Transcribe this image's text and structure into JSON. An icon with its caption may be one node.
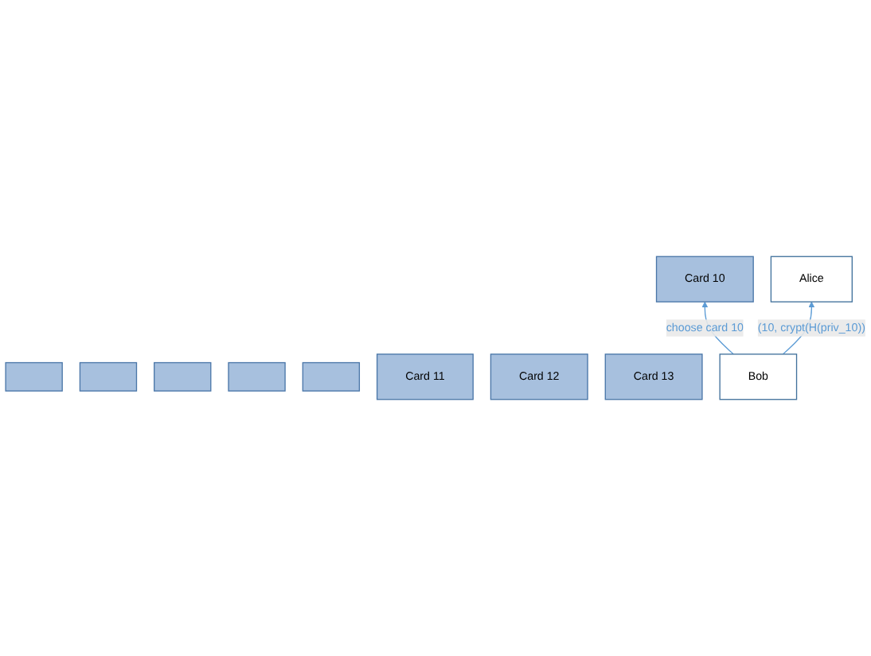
{
  "diagram": {
    "nodes": [
      {
        "text": [],
        "shape": "box"
      },
      {
        "text": [],
        "shape": "box"
      },
      {
        "text": [],
        "shape": "box"
      },
      {
        "text": [],
        "shape": "box"
      },
      {
        "text": [],
        "shape": "box"
      },
      {
        "text": [
          "Card 10"
        ]
      },
      {
        "text": [
          "Card 11"
        ]
      },
      {
        "text": [
          "Card 12"
        ]
      },
      {
        "text": [
          "Card 13"
        ]
      },
      {
        "text": [
          "Bob"
        ]
      },
      {
        "text": [
          "Alice"
        ]
      }
    ],
    "edges": [
      {
        "from": 9,
        "to": 5,
        "arrow": "to",
        "label": "choose card 10"
      },
      {
        "from": 9,
        "to": 10,
        "arrow": "to",
        "label": "(10, crypt(H(priv_10))"
      }
    ]
  }
}
